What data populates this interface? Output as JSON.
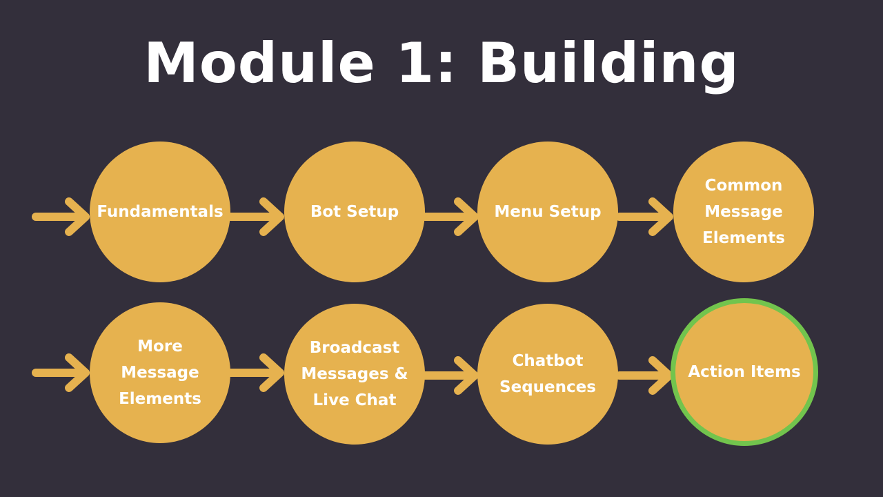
{
  "slide": {
    "title": "Module 1: Building"
  },
  "colors": {
    "background": "#332f3b",
    "node_fill": "#e6b24f",
    "arrow": "#e6b24f",
    "highlight_ring": "#72c44d",
    "text": "#ffffff"
  },
  "flow": {
    "rows": [
      {
        "nodes": [
          {
            "label": "Fundamentals",
            "highlighted": false
          },
          {
            "label": "Bot Setup",
            "highlighted": false
          },
          {
            "label": "Menu Setup",
            "highlighted": false
          },
          {
            "label": "Common\nMessage\nElements",
            "highlighted": false
          }
        ]
      },
      {
        "nodes": [
          {
            "label": "More\nMessage\nElements",
            "highlighted": false
          },
          {
            "label": "Broadcast\nMessages &\nLive Chat",
            "highlighted": false
          },
          {
            "label": "Chatbot\nSequences",
            "highlighted": false
          },
          {
            "label": "Action Items",
            "highlighted": true
          }
        ]
      }
    ]
  }
}
